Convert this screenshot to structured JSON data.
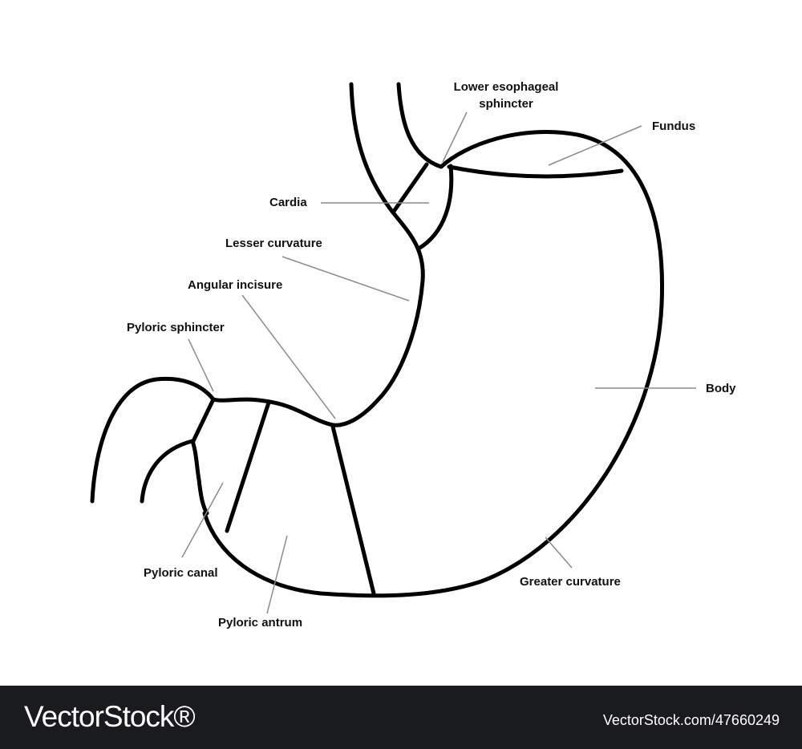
{
  "labels": {
    "lower_esophageal_1": "Lower esophageal",
    "lower_esophageal_2": "sphincter",
    "fundus": "Fundus",
    "cardia": "Cardia",
    "lesser_curvature": "Lesser curvature",
    "angular_incisure": "Angular incisure",
    "pyloric_sphincter": "Pyloric sphincter",
    "body": "Body",
    "pyloric_canal": "Pyloric canal",
    "greater_curvature": "Greater curvature",
    "pyloric_antrum": "Pyloric antrum"
  },
  "colors": {
    "outline": "#000000",
    "leader": "#8c8c8c",
    "footer_bg": "#1a1b1f"
  },
  "footer": {
    "logo": "VectorStock®",
    "image_id": "VectorStock.com/47660249"
  }
}
